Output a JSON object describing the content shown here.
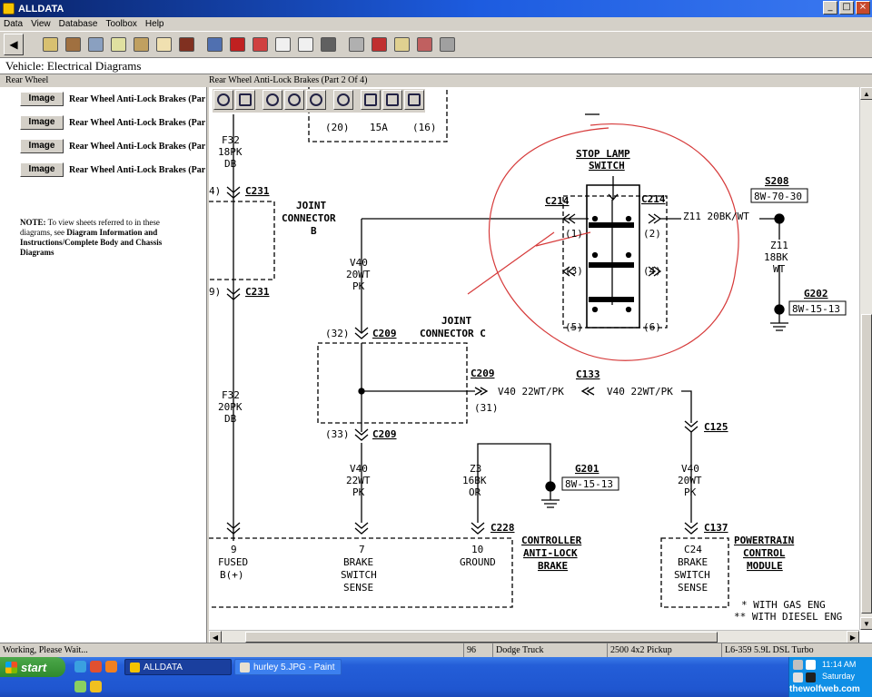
{
  "window": {
    "title": "ALLDATA",
    "controls": {
      "minimize": "_",
      "maximize": "□",
      "close": "×"
    }
  },
  "menu": [
    "Data",
    "View",
    "Database",
    "Toolbox",
    "Help"
  ],
  "toolbar": {
    "back": "◀",
    "icons": [
      "component-locator-icon",
      "vehicle-icon",
      "search-icon",
      "tsb-icon",
      "specs-icon",
      "diagnose-icon",
      "book-icon",
      "repair-icon",
      "new-car-icon",
      "used-car-icon",
      "list-icon",
      "text-icon",
      "camera-icon",
      "print-icon",
      "quote-icon",
      "help-icon",
      "tools-icon",
      "forms-icon"
    ]
  },
  "vehicle_bar": {
    "label": "Vehicle:  Electrical Diagrams"
  },
  "subheader": {
    "left": "Rear Wheel",
    "right": "Rear Wheel Anti-Lock Brakes (Part 2 Of 4)"
  },
  "documents": [
    {
      "button": "Image",
      "label": "Rear Wheel Anti-Lock Brakes (Par"
    },
    {
      "button": "Image",
      "label": "Rear Wheel Anti-Lock Brakes (Par"
    },
    {
      "button": "Image",
      "label": "Rear Wheel Anti-Lock Brakes (Par"
    },
    {
      "button": "Image",
      "label": "Rear Wheel Anti-Lock Brakes (Par"
    }
  ],
  "note": {
    "prefix": "NOTE:",
    "text": " To view sheets referred to in these diagrams, see ",
    "link": "Diagram Information and Instructions/Complete Body and Chassis Diagrams"
  },
  "diagram_toolbar": [
    "zoom-in-icon",
    "pan-icon",
    "zoom-fit-icon",
    "zoom-window-icon",
    "zoom-prev-icon",
    "zoom-out-icon",
    "print-icon",
    "prev-page-icon",
    "next-page-icon"
  ],
  "diagram": {
    "fuse": {
      "pin_left": "(20)",
      "amp": "15A",
      "pin_right": "(16)"
    },
    "f32_top": [
      "F32",
      "18PK",
      "DB"
    ],
    "c231_a": {
      "pin": "4)",
      "label": "C231"
    },
    "c231_b": {
      "pin": "9)",
      "label": "C231"
    },
    "jc_b": [
      "JOINT",
      "CONNECTOR",
      "B"
    ],
    "f32_bottom": [
      "F32",
      "20PK",
      "DB"
    ],
    "v40_top": [
      "V40",
      "20WT",
      "PK"
    ],
    "c209_top": {
      "pin": "(32)",
      "label": "C209"
    },
    "jc_c": [
      "JOINT",
      "CONNECTOR  C"
    ],
    "c209_right": {
      "label": "C209",
      "pin": "(31)",
      "wire": "V40  22WT/PK"
    },
    "c209_bottom": {
      "pin": "(33)",
      "label": "C209"
    },
    "c133": {
      "label": "C133",
      "wire": "V40  22WT/PK"
    },
    "c125": "C125",
    "v40_mid": [
      "V40",
      "22WT",
      "PK"
    ],
    "z3": [
      "Z3",
      "16BK",
      "OR"
    ],
    "g201": {
      "label": "G201",
      "ref": "8W-15-13"
    },
    "v40_right": [
      "V40",
      "20WT",
      "PK"
    ],
    "c228": "C228",
    "c137": "C137",
    "stop_lamp": [
      "STOP LAMP",
      "SWITCH"
    ],
    "c214_left": "C214",
    "c214_right": "C214",
    "switch_pins": [
      "(1)",
      "(2)",
      "(3)",
      "(4)",
      "(5)",
      "(6)"
    ],
    "z11_wire": "Z11  20BK/WT",
    "s208": {
      "label": "S208",
      "ref": "8W-70-30"
    },
    "z11_vert": [
      "Z11",
      "18BK",
      "WT"
    ],
    "g202": {
      "label": "G202",
      "ref": "8W-15-13"
    },
    "controller_pins": [
      {
        "num": "9",
        "name": "FUSED",
        "name2": "B(+)"
      },
      {
        "num": "7",
        "name": "BRAKE",
        "name2": "SWITCH",
        "name3": "SENSE"
      },
      {
        "num": "10",
        "name": "GROUND"
      }
    ],
    "controller_label": [
      "CONTROLLER",
      "ANTI-LOCK",
      "BRAKE"
    ],
    "pcm_pin": [
      "C24",
      "BRAKE",
      "SWITCH",
      "SENSE"
    ],
    "pcm_label": [
      "POWERTRAIN",
      "CONTROL",
      "MODULE"
    ],
    "footnotes": [
      "*  WITH GAS ENG",
      "** WITH DIESEL ENG"
    ]
  },
  "status": {
    "message": "Working, Please Wait...",
    "year": "96",
    "make": "Dodge Truck",
    "model": "2500 4x2 Pickup",
    "engine": "L6-359 5.9L DSL Turbo"
  },
  "taskbar": {
    "start": "start",
    "tasks": [
      "ALLDATA",
      "hurley 5.JPG - Paint"
    ],
    "clock": "11:14 AM",
    "day": "Saturday",
    "watermark": "thewolfweb.com"
  },
  "colors": {
    "titlebar": "#0a246a",
    "annotation": "#d63a3a",
    "taskbar": "#245ed8",
    "start": "#3a9a38"
  }
}
